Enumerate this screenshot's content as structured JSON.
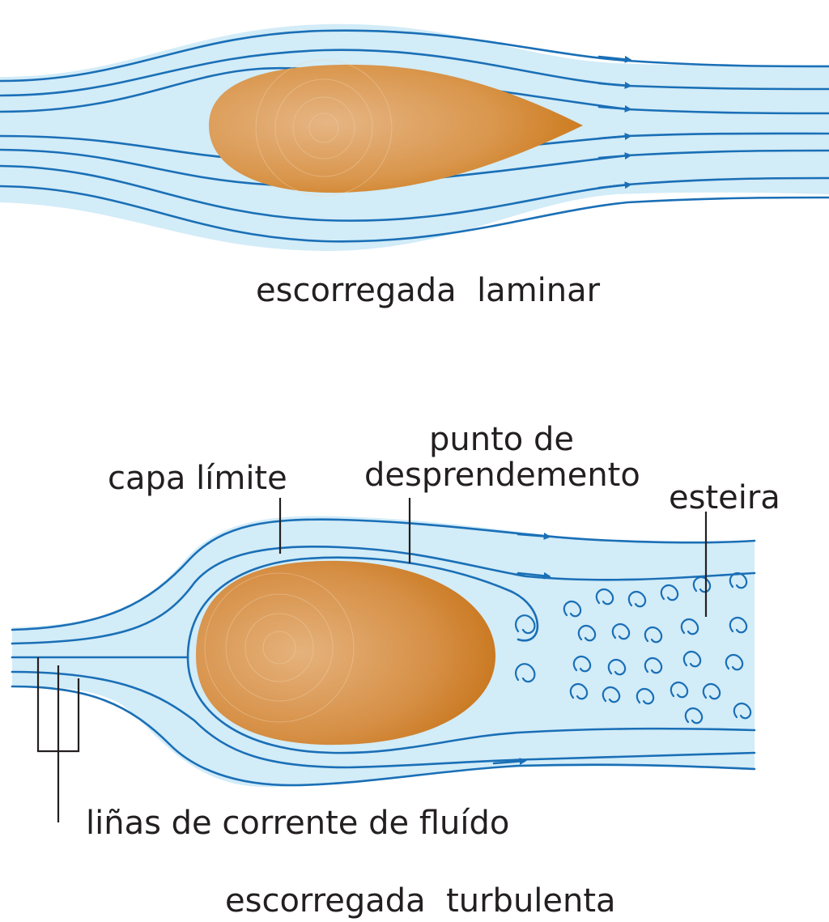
{
  "diagram_title": "escorregada laminar / escorregada turbulenta",
  "colors": {
    "fluid": "#d2ecf8",
    "streamline": "#1a6fb6",
    "body_light": "#e8b27a",
    "body_dark": "#c97412",
    "label": "#231f20"
  },
  "laminar": {
    "caption": "escorregada  laminar"
  },
  "turbulent": {
    "caption": "escorregada  turbulenta",
    "labels": {
      "boundary_layer": "capa límite",
      "separation_point_line1": "punto de",
      "separation_point_line2": "desprendemento",
      "wake": "esteira",
      "streamlines": "liñas de corrente de fluído"
    }
  }
}
